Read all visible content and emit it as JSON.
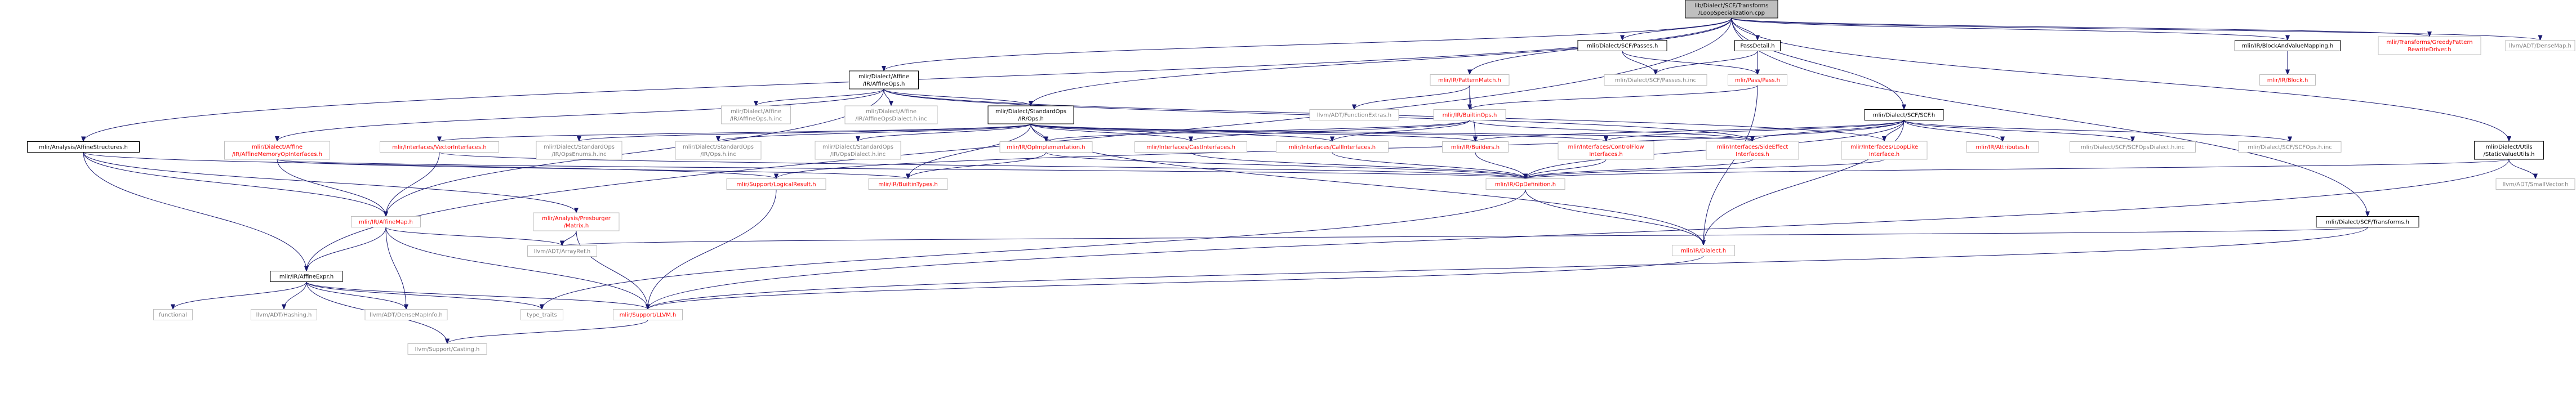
{
  "colors": {
    "root_fill": "#bfbfbf",
    "root_stroke": "#000000",
    "internal_stroke": "#000000",
    "linked_stroke": "#bfbfbf",
    "text_default": "#000000",
    "text_red": "#ff0000",
    "text_external": "#808080",
    "edge": "#191970"
  },
  "nodes": [
    {
      "id": "root",
      "kind": "root",
      "lines": [
        "lib/Dialect/SCF/Transforms",
        "/LoopSpecialization.cpp"
      ]
    },
    {
      "id": "affine_ops_h",
      "kind": "internal",
      "lines": [
        "mlir/Dialect/Affine",
        "/IR/AffineOps.h"
      ]
    },
    {
      "id": "affine_structures",
      "kind": "internal",
      "lines": [
        "mlir/Analysis/AffineStructures.h"
      ]
    },
    {
      "id": "affine_mem_op_if",
      "kind": "missing",
      "lines": [
        "mlir/Dialect/Affine",
        "/IR/AffineMemoryOpInterfaces.h"
      ]
    },
    {
      "id": "affine_ops_h_inc",
      "kind": "external",
      "lines": [
        "mlir/Dialect/Affine",
        "/IR/AffineOps.h.inc"
      ]
    },
    {
      "id": "affine_ops_dialect_inc",
      "kind": "external",
      "lines": [
        "mlir/Dialect/Affine",
        "/IR/AffineOpsDialect.h.inc"
      ]
    },
    {
      "id": "std_ops_h",
      "kind": "internal",
      "lines": [
        "mlir/Dialect/StandardOps",
        "/IR/Ops.h"
      ]
    },
    {
      "id": "vector_if",
      "kind": "missing",
      "lines": [
        "mlir/Interfaces/VectorInterfaces.h"
      ]
    },
    {
      "id": "std_enums_inc",
      "kind": "external",
      "lines": [
        "mlir/Dialect/StandardOps",
        "/IR/OpsEnums.h.inc"
      ]
    },
    {
      "id": "std_ops_inc",
      "kind": "external",
      "lines": [
        "mlir/Dialect/StandardOps",
        "/IR/Ops.h.inc"
      ]
    },
    {
      "id": "std_dialect_inc",
      "kind": "external",
      "lines": [
        "mlir/Dialect/StandardOps",
        "/IR/OpsDialect.h.inc"
      ]
    },
    {
      "id": "op_impl",
      "kind": "missing",
      "lines": [
        "mlir/IR/OpImplementation.h"
      ]
    },
    {
      "id": "cast_if",
      "kind": "missing",
      "lines": [
        "mlir/Interfaces/CastInterfaces.h"
      ]
    },
    {
      "id": "call_if",
      "kind": "missing",
      "lines": [
        "mlir/Interfaces/CallInterfaces.h"
      ]
    },
    {
      "id": "builders",
      "kind": "missing",
      "lines": [
        "mlir/IR/Builders.h"
      ]
    },
    {
      "id": "pattern_match",
      "kind": "missing",
      "lines": [
        "mlir/IR/PatternMatch.h"
      ]
    },
    {
      "id": "function_extras",
      "kind": "external",
      "lines": [
        "llvm/ADT/FunctionExtras.h"
      ]
    },
    {
      "id": "builtin_ops",
      "kind": "missing",
      "lines": [
        "mlir/IR/BuiltinOps.h"
      ]
    },
    {
      "id": "scf_passes",
      "kind": "internal",
      "lines": [
        "mlir/Dialect/SCF/Passes.h"
      ]
    },
    {
      "id": "pass_detail",
      "kind": "internal",
      "lines": [
        "PassDetail.h"
      ]
    },
    {
      "id": "scf_passes_inc",
      "kind": "external",
      "lines": [
        "mlir/Dialect/SCF/Passes.h.inc"
      ]
    },
    {
      "id": "pass_h",
      "kind": "missing",
      "lines": [
        "mlir/Pass/Pass.h"
      ]
    },
    {
      "id": "scf_h",
      "kind": "internal",
      "lines": [
        "mlir/Dialect/SCF/SCF.h"
      ]
    },
    {
      "id": "control_flow_if",
      "kind": "missing",
      "lines": [
        "mlir/Interfaces/ControlFlow",
        "Interfaces.h"
      ]
    },
    {
      "id": "side_effect_if",
      "kind": "missing",
      "lines": [
        "mlir/Interfaces/SideEffect",
        "Interfaces.h"
      ]
    },
    {
      "id": "loop_like_if",
      "kind": "missing",
      "lines": [
        "mlir/Interfaces/LoopLike",
        "Interface.h"
      ]
    },
    {
      "id": "attributes",
      "kind": "missing",
      "lines": [
        "mlir/IR/Attributes.h"
      ]
    },
    {
      "id": "scf_dialect_inc",
      "kind": "external",
      "lines": [
        "mlir/Dialect/SCF/SCFOpsDialect.h.inc"
      ]
    },
    {
      "id": "scf_ops_inc",
      "kind": "external",
      "lines": [
        "mlir/Dialect/SCF/SCFOps.h.inc"
      ]
    },
    {
      "id": "block_value_map",
      "kind": "internal",
      "lines": [
        "mlir/IR/BlockAndValueMapping.h"
      ]
    },
    {
      "id": "block_h",
      "kind": "missing",
      "lines": [
        "mlir/IR/Block.h"
      ]
    },
    {
      "id": "greedy_rewrite",
      "kind": "missing",
      "lines": [
        "mlir/Transforms/GreedyPattern",
        "RewriteDriver.h"
      ]
    },
    {
      "id": "dense_map",
      "kind": "external",
      "lines": [
        "llvm/ADT/DenseMap.h"
      ]
    },
    {
      "id": "static_value_utils",
      "kind": "internal",
      "lines": [
        "mlir/Dialect/Utils",
        "/StaticValueUtils.h"
      ]
    },
    {
      "id": "small_vector",
      "kind": "external",
      "lines": [
        "llvm/ADT/SmallVector.h"
      ]
    },
    {
      "id": "scf_transforms_h",
      "kind": "internal",
      "lines": [
        "mlir/Dialect/SCF/Transforms.h"
      ]
    },
    {
      "id": "affine_map",
      "kind": "missing",
      "lines": [
        "mlir/IR/AffineMap.h"
      ]
    },
    {
      "id": "presburger",
      "kind": "missing",
      "lines": [
        "mlir/Analysis/Presburger",
        "/Matrix.h"
      ]
    },
    {
      "id": "logical_result",
      "kind": "missing",
      "lines": [
        "mlir/Support/LogicalResult.h"
      ]
    },
    {
      "id": "builtin_types",
      "kind": "missing",
      "lines": [
        "mlir/IR/BuiltinTypes.h"
      ]
    },
    {
      "id": "op_definition",
      "kind": "missing",
      "lines": [
        "mlir/IR/OpDefinition.h"
      ]
    },
    {
      "id": "dialect_h",
      "kind": "missing",
      "lines": [
        "mlir/IR/Dialect.h"
      ]
    },
    {
      "id": "array_ref",
      "kind": "external",
      "lines": [
        "llvm/ADT/ArrayRef.h"
      ]
    },
    {
      "id": "affine_expr",
      "kind": "internal",
      "lines": [
        "mlir/IR/AffineExpr.h"
      ]
    },
    {
      "id": "functional",
      "kind": "external",
      "lines": [
        "functional"
      ]
    },
    {
      "id": "hashing",
      "kind": "external",
      "lines": [
        "llvm/ADT/Hashing.h"
      ]
    },
    {
      "id": "dense_map_info",
      "kind": "external",
      "lines": [
        "llvm/ADT/DenseMapInfo.h"
      ]
    },
    {
      "id": "type_traits",
      "kind": "external",
      "lines": [
        "type_traits"
      ]
    },
    {
      "id": "llvm_h",
      "kind": "missing",
      "lines": [
        "mlir/Support/LLVM.h"
      ]
    },
    {
      "id": "casting",
      "kind": "external",
      "lines": [
        "llvm/Support/Casting.h"
      ]
    }
  ],
  "edges": [
    [
      "root",
      "affine_ops_h"
    ],
    [
      "root",
      "affine_structures"
    ],
    [
      "root",
      "std_ops_h"
    ],
    [
      "root",
      "pattern_match"
    ],
    [
      "root",
      "scf_passes"
    ],
    [
      "root",
      "pass_detail"
    ],
    [
      "root",
      "scf_h"
    ],
    [
      "root",
      "block_value_map"
    ],
    [
      "root",
      "greedy_rewrite"
    ],
    [
      "root",
      "dense_map"
    ],
    [
      "root",
      "static_value_utils"
    ],
    [
      "root",
      "scf_transforms_h"
    ],
    [
      "root",
      "affine_expr"
    ],
    [
      "affine_ops_h",
      "affine_mem_op_if"
    ],
    [
      "affine_ops_h",
      "affine_ops_h_inc"
    ],
    [
      "affine_ops_h",
      "affine_ops_dialect_inc"
    ],
    [
      "affine_ops_h",
      "std_ops_h"
    ],
    [
      "affine_ops_h",
      "affine_map"
    ],
    [
      "affine_ops_h",
      "side_effect_if"
    ],
    [
      "affine_ops_h",
      "loop_like_if"
    ],
    [
      "affine_structures",
      "affine_expr"
    ],
    [
      "affine_structures",
      "affine_map"
    ],
    [
      "affine_structures",
      "presburger"
    ],
    [
      "affine_structures",
      "logical_result"
    ],
    [
      "affine_mem_op_if",
      "affine_map"
    ],
    [
      "affine_mem_op_if",
      "builtin_types"
    ],
    [
      "affine_mem_op_if",
      "op_definition"
    ],
    [
      "std_ops_h",
      "vector_if"
    ],
    [
      "std_ops_h",
      "std_enums_inc"
    ],
    [
      "std_ops_h",
      "std_ops_inc"
    ],
    [
      "std_ops_h",
      "std_dialect_inc"
    ],
    [
      "std_ops_h",
      "op_impl"
    ],
    [
      "std_ops_h",
      "cast_if"
    ],
    [
      "std_ops_h",
      "call_if"
    ],
    [
      "std_ops_h",
      "builders"
    ],
    [
      "std_ops_h",
      "control_flow_if"
    ],
    [
      "std_ops_h",
      "side_effect_if"
    ],
    [
      "std_ops_h",
      "builtin_types"
    ],
    [
      "std_ops_h",
      "dialect_h"
    ],
    [
      "vector_if",
      "affine_map"
    ],
    [
      "vector_if",
      "op_definition"
    ],
    [
      "op_impl",
      "builtin_types"
    ],
    [
      "op_impl",
      "op_definition"
    ],
    [
      "cast_if",
      "op_definition"
    ],
    [
      "call_if",
      "op_definition"
    ],
    [
      "builders",
      "op_definition"
    ],
    [
      "pattern_match",
      "function_extras"
    ],
    [
      "pattern_match",
      "builtin_ops"
    ],
    [
      "pattern_match",
      "builders"
    ],
    [
      "builtin_ops",
      "op_impl"
    ],
    [
      "builtin_ops",
      "cast_if"
    ],
    [
      "builtin_ops",
      "call_if"
    ],
    [
      "builtin_ops",
      "side_effect_if"
    ],
    [
      "scf_passes",
      "scf_passes_inc"
    ],
    [
      "scf_passes",
      "pass_h"
    ],
    [
      "pass_detail",
      "scf_passes_inc"
    ],
    [
      "pass_detail",
      "pass_h"
    ],
    [
      "pass_h",
      "builtin_ops"
    ],
    [
      "pass_h",
      "dialect_h"
    ],
    [
      "scf_h",
      "builders"
    ],
    [
      "scf_h",
      "control_flow_if"
    ],
    [
      "scf_h",
      "side_effect_if"
    ],
    [
      "scf_h",
      "loop_like_if"
    ],
    [
      "scf_h",
      "attributes"
    ],
    [
      "scf_h",
      "scf_dialect_inc"
    ],
    [
      "scf_h",
      "scf_ops_inc"
    ],
    [
      "scf_h",
      "op_definition"
    ],
    [
      "scf_h",
      "logical_result"
    ],
    [
      "scf_h",
      "dialect_h"
    ],
    [
      "control_flow_if",
      "op_definition"
    ],
    [
      "side_effect_if",
      "op_definition"
    ],
    [
      "loop_like_if",
      "op_definition"
    ],
    [
      "block_value_map",
      "block_h"
    ],
    [
      "static_value_utils",
      "small_vector"
    ],
    [
      "static_value_utils",
      "op_definition"
    ],
    [
      "static_value_utils",
      "llvm_h"
    ],
    [
      "scf_transforms_h",
      "array_ref"
    ],
    [
      "scf_transforms_h",
      "llvm_h"
    ],
    [
      "affine_map",
      "affine_expr"
    ],
    [
      "affine_map",
      "dense_map_info"
    ],
    [
      "affine_map",
      "array_ref"
    ],
    [
      "affine_map",
      "llvm_h"
    ],
    [
      "presburger",
      "array_ref"
    ],
    [
      "presburger",
      "llvm_h"
    ],
    [
      "logical_result",
      "llvm_h"
    ],
    [
      "op_definition",
      "dialect_h"
    ],
    [
      "op_definition",
      "type_traits"
    ],
    [
      "dialect_h",
      "llvm_h"
    ],
    [
      "affine_expr",
      "functional"
    ],
    [
      "affine_expr",
      "hashing"
    ],
    [
      "affine_expr",
      "dense_map_info"
    ],
    [
      "affine_expr",
      "type_traits"
    ],
    [
      "affine_expr",
      "llvm_h"
    ],
    [
      "affine_expr",
      "casting"
    ],
    [
      "llvm_h",
      "casting"
    ]
  ]
}
